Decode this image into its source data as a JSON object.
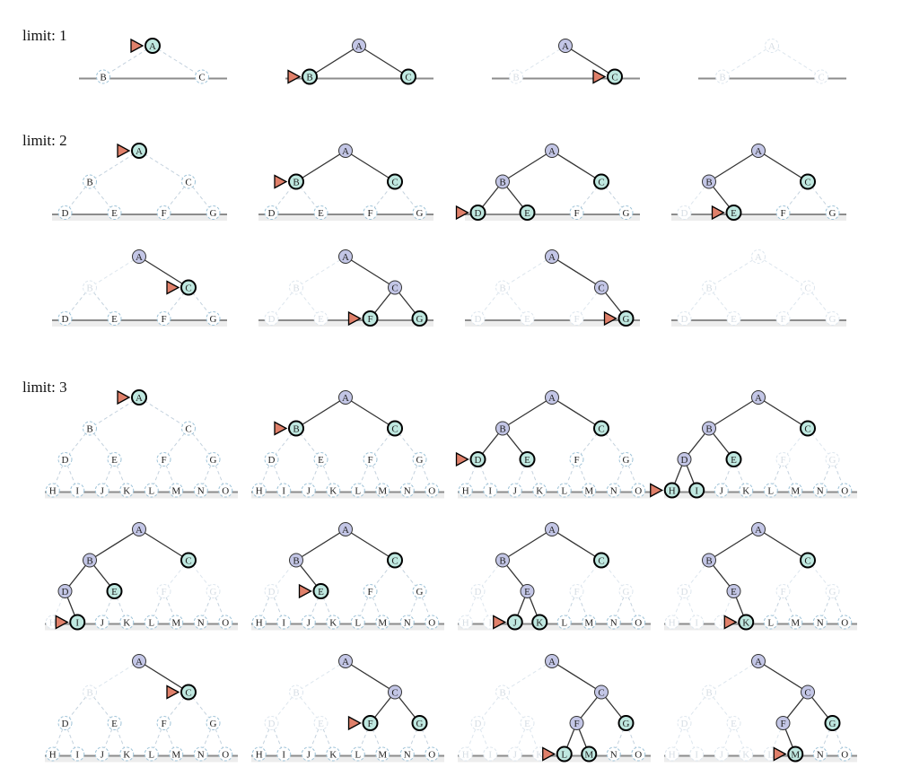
{
  "sections": [
    {
      "label": "limit: 1",
      "depth": 1,
      "steps": [
        {
          "frontier": [
            "A"
          ],
          "explored": [],
          "current": "A"
        },
        {
          "frontier": [
            "B",
            "C"
          ],
          "explored": [
            "A"
          ],
          "current": "B"
        },
        {
          "frontier": [
            "C"
          ],
          "explored": [
            "A"
          ],
          "current": "C"
        },
        {
          "frontier": [],
          "explored": [],
          "current": null
        }
      ]
    },
    {
      "label": "limit: 2",
      "depth": 2,
      "steps": [
        {
          "frontier": [
            "A"
          ],
          "explored": [],
          "current": "A"
        },
        {
          "frontier": [
            "B",
            "C"
          ],
          "explored": [
            "A"
          ],
          "current": "B"
        },
        {
          "frontier": [
            "D",
            "E",
            "C"
          ],
          "explored": [
            "A",
            "B"
          ],
          "current": "D"
        },
        {
          "frontier": [
            "E",
            "C"
          ],
          "explored": [
            "A",
            "B"
          ],
          "current": "E"
        },
        {
          "frontier": [
            "C"
          ],
          "explored": [
            "A"
          ],
          "current": "C"
        },
        {
          "frontier": [
            "F",
            "G"
          ],
          "explored": [
            "A",
            "C"
          ],
          "current": "F"
        },
        {
          "frontier": [
            "G"
          ],
          "explored": [
            "A",
            "C"
          ],
          "current": "G"
        },
        {
          "frontier": [],
          "explored": [],
          "current": null
        }
      ]
    },
    {
      "label": "limit: 3",
      "depth": 3,
      "steps": [
        {
          "frontier": [
            "A"
          ],
          "explored": [],
          "current": "A"
        },
        {
          "frontier": [
            "B",
            "C"
          ],
          "explored": [
            "A"
          ],
          "current": "B"
        },
        {
          "frontier": [
            "D",
            "E",
            "C"
          ],
          "explored": [
            "A",
            "B"
          ],
          "current": "D"
        },
        {
          "frontier": [
            "H",
            "I",
            "E",
            "C"
          ],
          "explored": [
            "A",
            "B",
            "D"
          ],
          "current": "H"
        },
        {
          "frontier": [
            "I",
            "E",
            "C"
          ],
          "explored": [
            "A",
            "B",
            "D"
          ],
          "current": "I"
        },
        {
          "frontier": [
            "E",
            "C"
          ],
          "explored": [
            "A",
            "B"
          ],
          "current": "E"
        },
        {
          "frontier": [
            "J",
            "K",
            "C"
          ],
          "explored": [
            "A",
            "B",
            "E"
          ],
          "current": "J"
        },
        {
          "frontier": [
            "K",
            "C"
          ],
          "explored": [
            "A",
            "B",
            "E"
          ],
          "current": "K"
        },
        {
          "frontier": [
            "C"
          ],
          "explored": [
            "A"
          ],
          "current": "C"
        },
        {
          "frontier": [
            "F",
            "G"
          ],
          "explored": [
            "A",
            "C"
          ],
          "current": "F"
        },
        {
          "frontier": [
            "L",
            "M",
            "G"
          ],
          "explored": [
            "A",
            "C",
            "F"
          ],
          "current": "L"
        },
        {
          "frontier": [
            "M",
            "G"
          ],
          "explored": [
            "A",
            "C",
            "F"
          ],
          "current": "M"
        }
      ]
    }
  ],
  "node_labels": [
    "A",
    "B",
    "C",
    "D",
    "E",
    "F",
    "G",
    "H",
    "I",
    "J",
    "K",
    "L",
    "M",
    "N",
    "O"
  ],
  "colors": {
    "frontier_fill": "#bfe8e0",
    "explored_fill": "#c3c6e6",
    "unseen_stroke": "#9ec3d8",
    "removed_stroke": "#dde6ee",
    "pointer_fill": "#e0806a",
    "baseline": "#8c8c8c",
    "edge": "#333333"
  }
}
